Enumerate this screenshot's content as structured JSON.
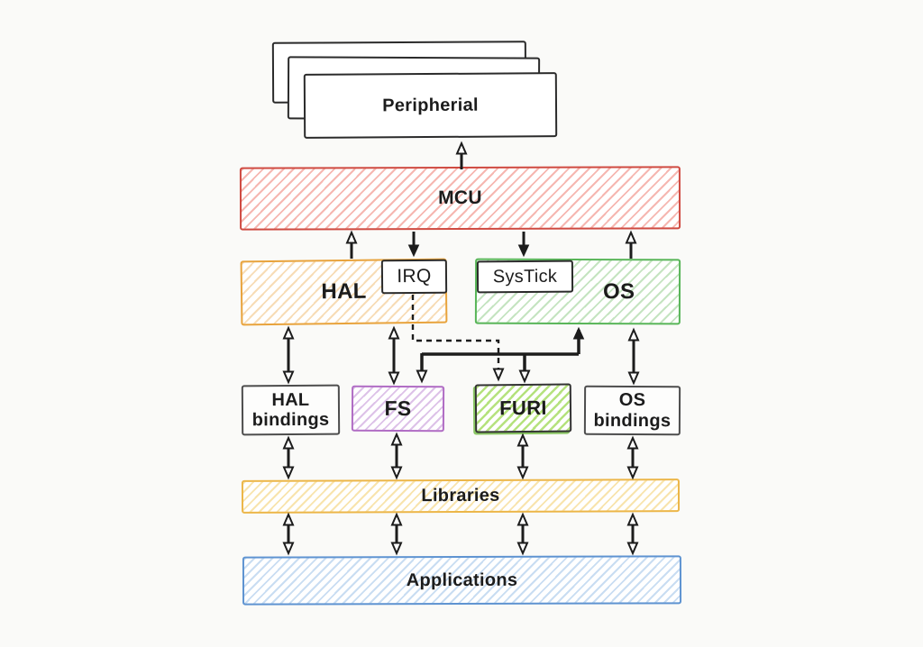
{
  "diagram": {
    "nodes": {
      "peripherial": {
        "label": "Peripherial"
      },
      "mcu": {
        "label": "MCU"
      },
      "hal": {
        "label": "HAL"
      },
      "irq": {
        "label": "IRQ"
      },
      "systick": {
        "label": "SysTick"
      },
      "os": {
        "label": "OS"
      },
      "hal_bindings": {
        "label": "HAL bindings"
      },
      "fs": {
        "label": "FS"
      },
      "furi": {
        "label": "FURI"
      },
      "os_bindings": {
        "label": "OS bindings"
      },
      "libraries": {
        "label": "Libraries"
      },
      "applications": {
        "label": "Applications"
      }
    },
    "connections": [
      {
        "from": "MCU",
        "to": "Peripherial",
        "style": "solid",
        "direction": "up"
      },
      {
        "from": "HAL",
        "to": "MCU",
        "style": "solid",
        "direction": "up"
      },
      {
        "from": "MCU",
        "to": "IRQ",
        "style": "solid",
        "direction": "down"
      },
      {
        "from": "MCU",
        "to": "SysTick",
        "style": "solid",
        "direction": "down"
      },
      {
        "from": "OS",
        "to": "MCU",
        "style": "solid",
        "direction": "up"
      },
      {
        "from": "HAL",
        "to": "HAL bindings",
        "style": "solid",
        "direction": "both"
      },
      {
        "from": "HAL",
        "to": "FS",
        "style": "solid",
        "direction": "both"
      },
      {
        "from": "OS",
        "to": "FS",
        "style": "solid",
        "direction": "down"
      },
      {
        "from": "OS",
        "to": "FURI",
        "style": "solid",
        "direction": "down"
      },
      {
        "from": "IRQ",
        "to": "FURI",
        "style": "dashed",
        "direction": "down"
      },
      {
        "from": "OS",
        "to": "OS bindings",
        "style": "solid",
        "direction": "both"
      },
      {
        "from": "HAL bindings",
        "to": "Libraries",
        "style": "solid",
        "direction": "both"
      },
      {
        "from": "FS",
        "to": "Libraries",
        "style": "solid",
        "direction": "both"
      },
      {
        "from": "FURI",
        "to": "Libraries",
        "style": "solid",
        "direction": "both"
      },
      {
        "from": "OS bindings",
        "to": "Libraries",
        "style": "solid",
        "direction": "both"
      },
      {
        "from": "Libraries",
        "to": "Applications",
        "style": "solid",
        "direction": "both",
        "lanes": 4
      }
    ],
    "colors": {
      "paper": "#fafaf8",
      "ink": "#1c1c1c",
      "box_border": "#2b2b2b",
      "mcu_border": "#cf4a41",
      "mcu_hatch": "#f6b7b1",
      "hal_border": "#e8a33c",
      "hal_hatch": "#f7dcb6",
      "os_border": "#58b558",
      "os_hatch": "#c5e4c1",
      "fs_border": "#b06cc4",
      "fs_hatch": "#ddc2e8",
      "furi_border": "#333333",
      "furi_hatch": "#b5e27d",
      "furi_outline": "#8bc765",
      "bindings_border": "#4d4d4d",
      "libraries_border": "#ecb648",
      "libraries_hatch": "#f8e4ad",
      "applications_border": "#5e93d1",
      "applications_hatch": "#c9ddf2"
    }
  }
}
